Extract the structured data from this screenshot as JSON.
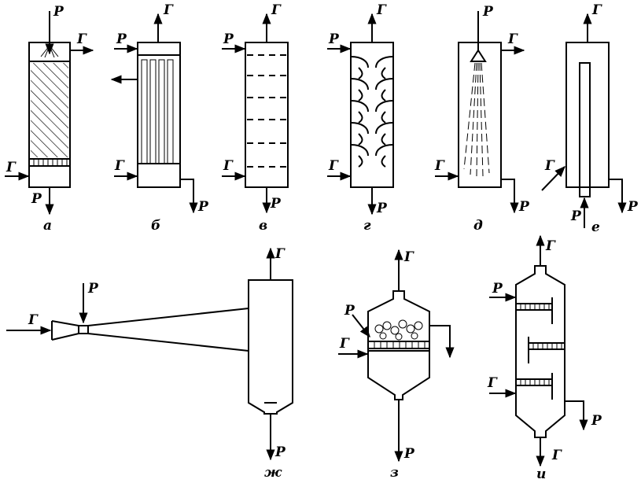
{
  "labels": {
    "liquid": "P",
    "gas": "Г"
  },
  "captions": [
    "а",
    "б",
    "в",
    "г",
    "д",
    "е",
    "ж",
    "з",
    "и"
  ]
}
